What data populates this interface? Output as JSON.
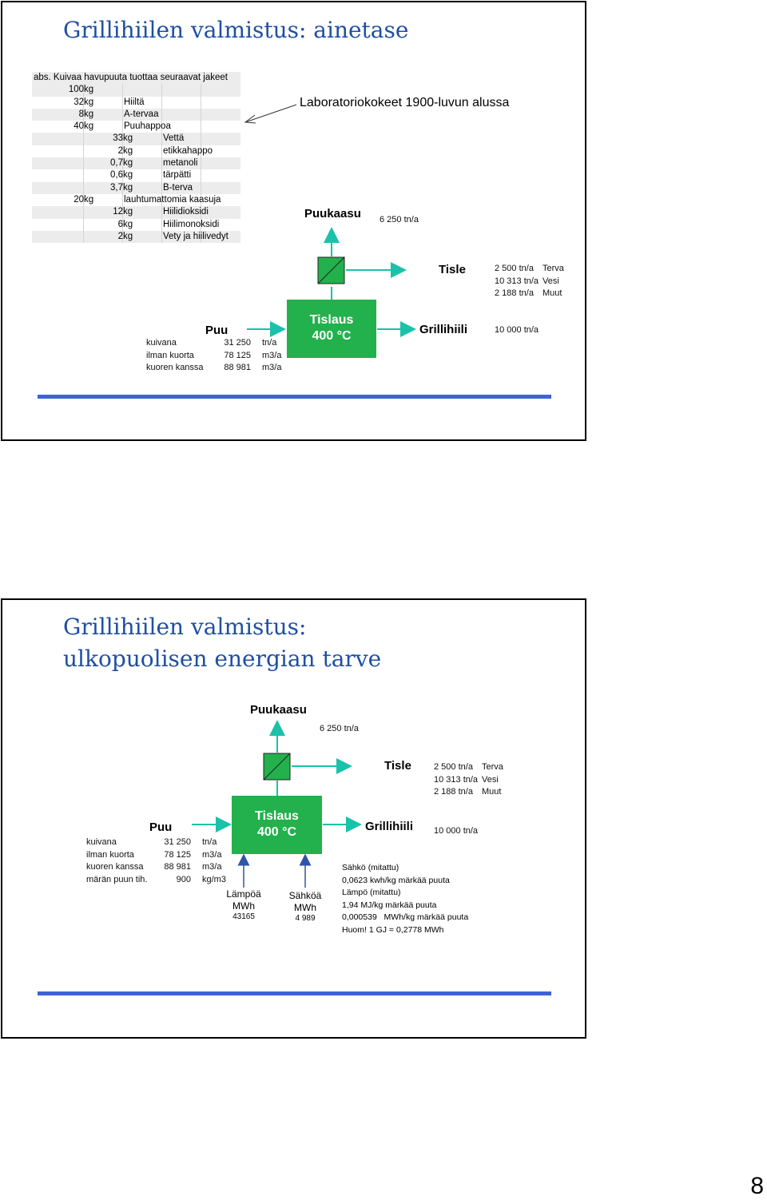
{
  "slide1": {
    "title": "Grillihiilen valmistus: ainetase",
    "note": "Laboratoriokokeet 1900-luvun alussa",
    "table": {
      "header": "abs. Kuivaa havupuuta tuottaa seuraavat jakeet",
      "rows": [
        {
          "num": "100",
          "unit": "kg",
          "label": "",
          "level": 0
        },
        {
          "num": "32",
          "unit": "kg",
          "label": "Hiiltä",
          "level": 0
        },
        {
          "num": "8",
          "unit": "kg",
          "label": "A-tervaa",
          "level": 0
        },
        {
          "num": "40",
          "unit": "kg",
          "label": "Puuhappoa",
          "level": 0
        },
        {
          "num": "33",
          "unit": "kg",
          "label": "Vettä",
          "level": 1
        },
        {
          "num": "2",
          "unit": "kg",
          "label": "etikkahappo",
          "level": 1
        },
        {
          "num": "0,7",
          "unit": "kg",
          "label": "metanoli",
          "level": 1
        },
        {
          "num": "0,6",
          "unit": "kg",
          "label": "tärpätti",
          "level": 1
        },
        {
          "num": "3,7",
          "unit": "kg",
          "label": "B-terva",
          "level": 1
        },
        {
          "num": "20",
          "unit": "kg",
          "label": "lauhtumattomia kaasuja",
          "level": 0
        },
        {
          "num": "12",
          "unit": "kg",
          "label": "Hiilidioksidi",
          "level": 1
        },
        {
          "num": "6",
          "unit": "kg",
          "label": "Hiilimonoksidi",
          "level": 1
        },
        {
          "num": "2",
          "unit": "kg",
          "label": "Vety ja hiilivedyt",
          "level": 1
        }
      ]
    },
    "diagram": {
      "puukaasu": "Puukaasu",
      "puukaasu_value": "6 250 tn/a",
      "tisle": "Tisle",
      "tisle_rows": [
        {
          "value": "2 500 tn/a",
          "name": "Terva"
        },
        {
          "value": "10 313 tn/a",
          "name": "Vesi"
        },
        {
          "value": "2 188 tn/a",
          "name": "Muut"
        }
      ],
      "tislaus_line1": "Tislaus",
      "tislaus_line2": "400 °C",
      "grillihiili": "Grillihiili",
      "grillihiili_value": "10 000 tn/a",
      "puu": "Puu",
      "puu_rows": [
        {
          "label": "kuivana",
          "value": "31 250",
          "unit": "tn/a"
        },
        {
          "label": "ilman kuorta",
          "value": "78 125",
          "unit": "m3/a"
        },
        {
          "label": "kuoren kanssa",
          "value": "88 981",
          "unit": "m3/a"
        }
      ]
    }
  },
  "slide2": {
    "title_line1": "Grillihiilen valmistus:",
    "title_line2": "ulkopuolisen energian tarve",
    "diagram": {
      "puukaasu": "Puukaasu",
      "puukaasu_value": "6 250 tn/a",
      "tisle": "Tisle",
      "tisle_rows": [
        {
          "value": "2 500 tn/a",
          "name": "Terva"
        },
        {
          "value": "10 313 tn/a",
          "name": "Vesi"
        },
        {
          "value": "2 188 tn/a",
          "name": "Muut"
        }
      ],
      "tislaus_line1": "Tislaus",
      "tislaus_line2": "400 °C",
      "grillihiili": "Grillihiili",
      "grillihiili_value": "10 000 tn/a",
      "puu": "Puu",
      "puu_rows": [
        {
          "label": "kuivana",
          "value": "31 250",
          "unit": "tn/a"
        },
        {
          "label": "ilman kuorta",
          "value": "78 125",
          "unit": "m3/a"
        },
        {
          "label": "kuoren kanssa",
          "value": "88 981",
          "unit": "m3/a"
        },
        {
          "label": "märän puun tih.",
          "value": "900",
          "unit": "kg/m3"
        }
      ],
      "lampoa": "Lämpöä",
      "lampoa_unit": "MWh",
      "lampoa_value": "43165",
      "sahkoa": "Sähköä",
      "sahkoa_unit": "MWh",
      "sahkoa_value": "4 989",
      "notes": [
        "Sähkö (mitattu)",
        "0,0623 kwh/kg märkää puuta",
        "Lämpö (mitattu)",
        "1,94 MJ/kg märkää puuta",
        "0,000539   MWh/kg märkää puuta",
        "Huom! 1 GJ = 0,2778 MWh"
      ]
    }
  },
  "page_number": "8"
}
